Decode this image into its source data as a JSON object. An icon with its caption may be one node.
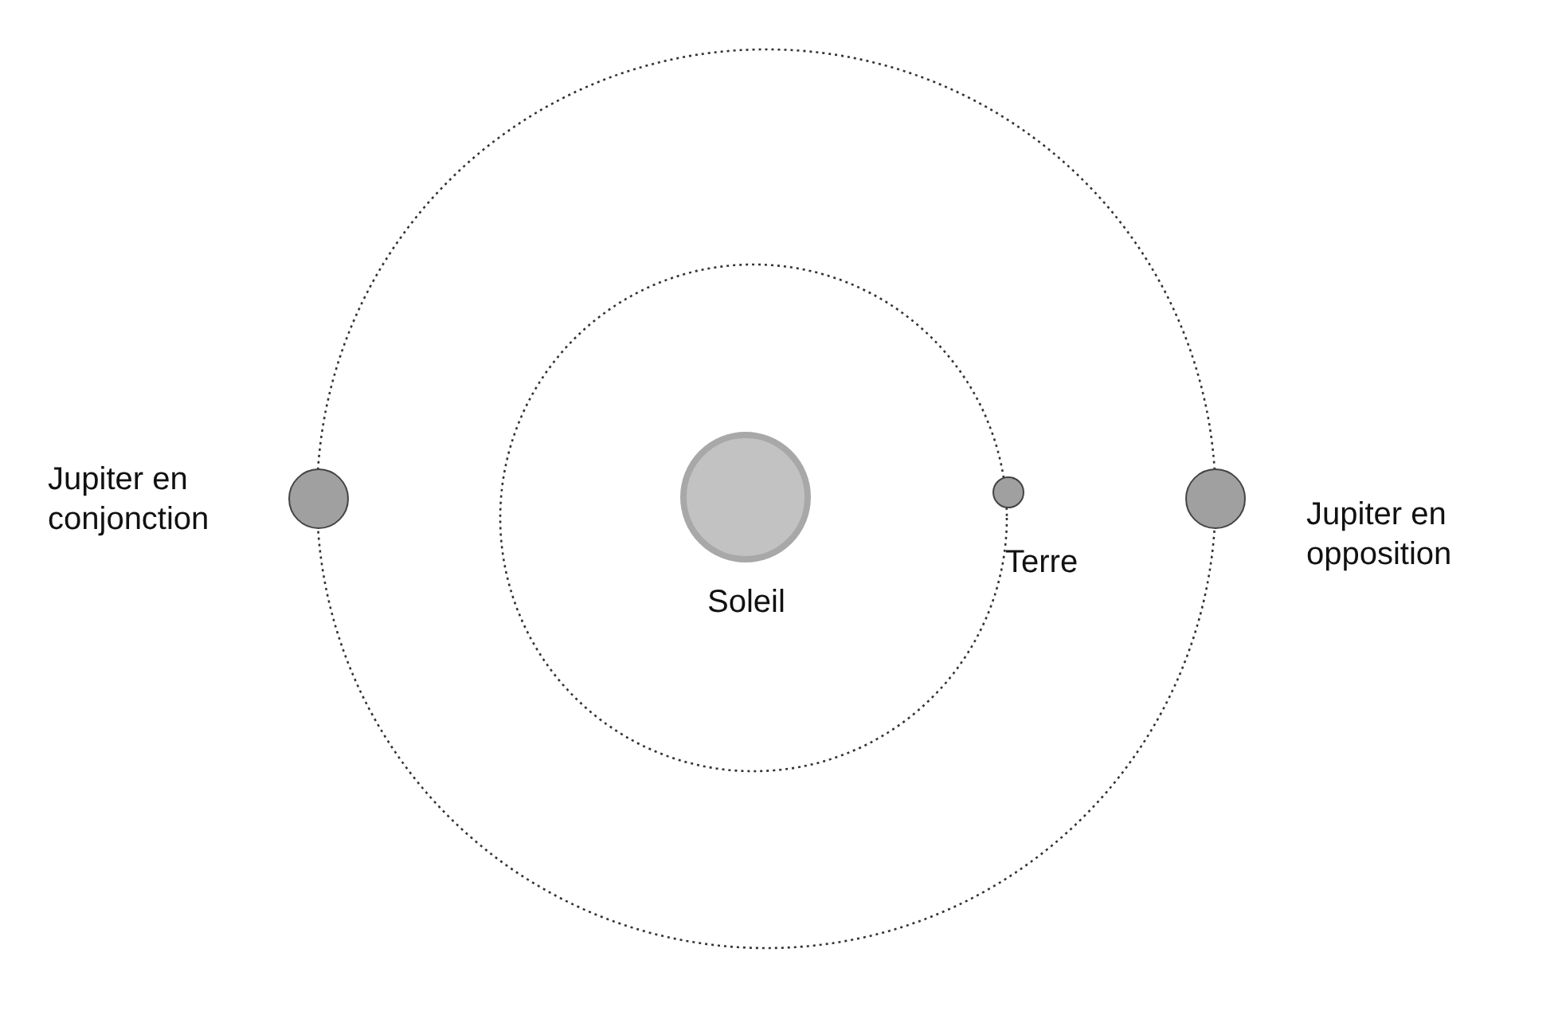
{
  "diagram": {
    "nodes": [
      {
        "text": [
          "Soleil"
        ]
      },
      {
        "text": [
          "Terre"
        ]
      },
      {
        "text": [
          "Jupiter en conjonction"
        ]
      },
      {
        "text": [
          "Jupiter en opposition"
        ]
      }
    ]
  }
}
